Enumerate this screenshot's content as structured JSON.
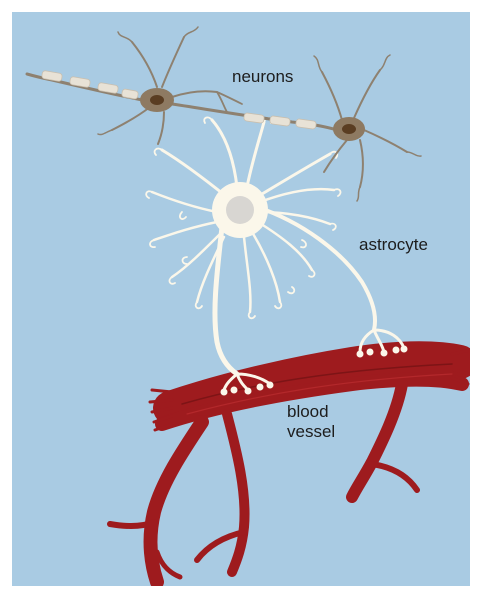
{
  "labels": {
    "neurons": "neurons",
    "astrocyte": "astrocyte",
    "blood": "blood",
    "vessel": "vessel"
  },
  "colors": {
    "background": "#a9cbe3",
    "astrocyte": "#fbf7ea",
    "neuron": "#8e8170",
    "neuron_soma": "#7b5b3b",
    "myelin": "#e8e2d6",
    "blood_vessel": "#9e1b1e"
  }
}
